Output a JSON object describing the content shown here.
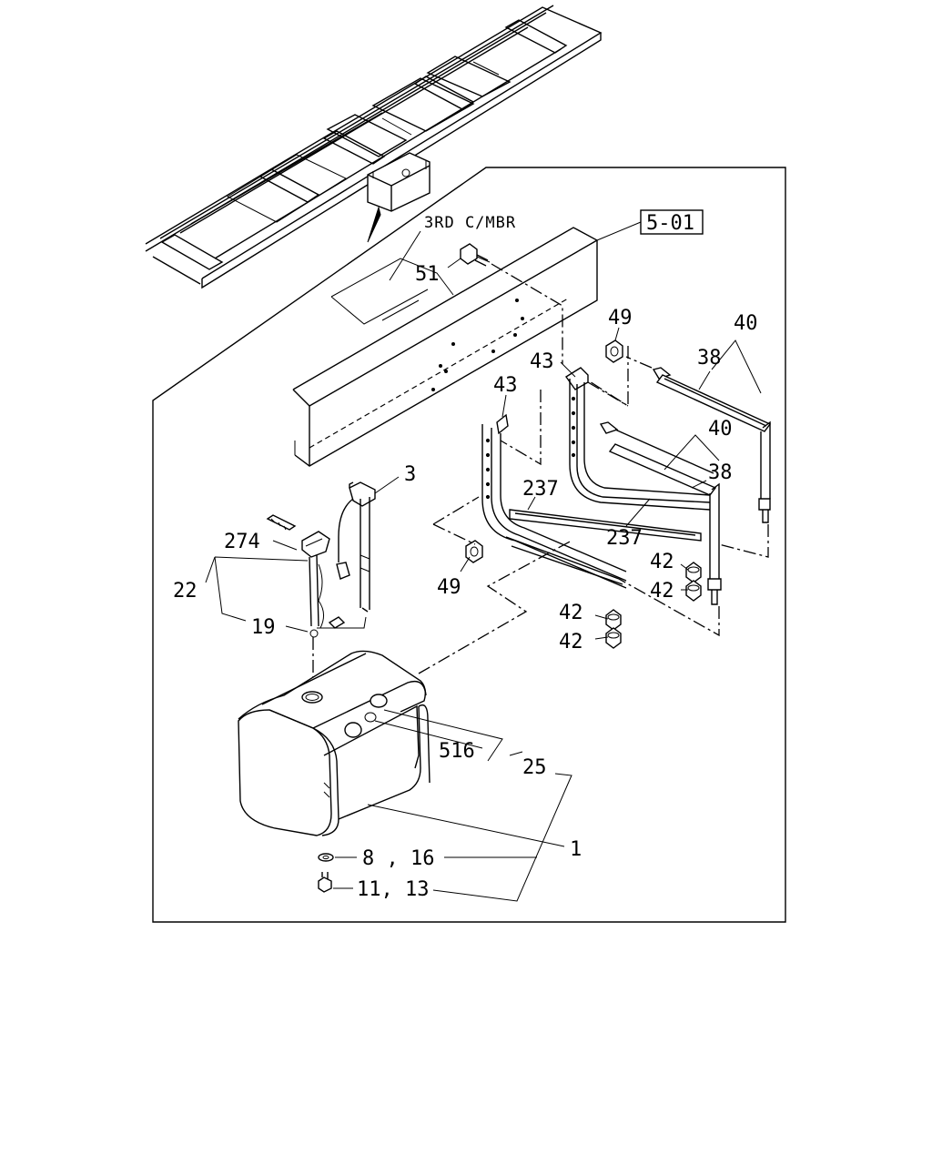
{
  "header_note": "3RD C/MBR",
  "reference_box": "5-01",
  "callouts": {
    "c51": "51",
    "c49_top": "49",
    "c40_top": "40",
    "c38_top": "38",
    "c43_a": "43",
    "c43_b": "43",
    "c40_mid": "40",
    "c38_mid": "38",
    "c3": "3",
    "c237_a": "237",
    "c237_b": "237",
    "c274": "274",
    "c42_a": "42",
    "c42_b": "42",
    "c22": "22",
    "c49_low": "49",
    "c42_c": "42",
    "c19": "19",
    "c42_d": "42",
    "c516": "516",
    "c25": "25",
    "c1": "1",
    "c8_16": "8 , 16",
    "c11_13": "11, 13"
  }
}
